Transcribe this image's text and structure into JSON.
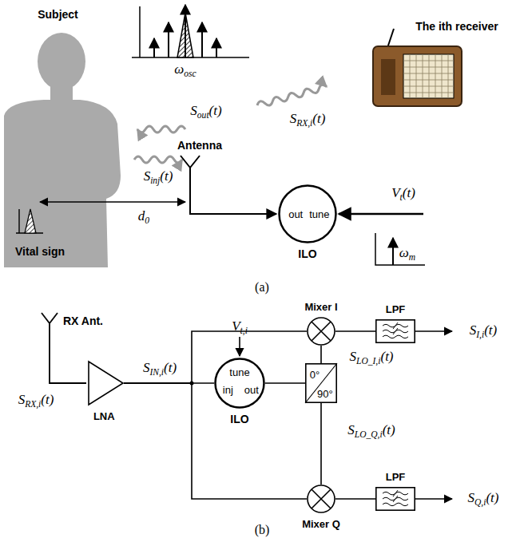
{
  "diagram": {
    "nodes": [
      {
        "text": [
          "Subject",
          "Vital sign"
        ]
      },
      {
        "text": [
          "out",
          "tune",
          "ILO"
        ]
      },
      {
        "text": [
          "The ith receiver"
        ]
      },
      {
        "text": [
          "LNA"
        ]
      },
      {
        "text": [
          "tune",
          "inj",
          "out",
          "ILO"
        ]
      },
      {
        "text": [
          "0°",
          "90°"
        ]
      },
      {
        "text": [
          "Mixer I"
        ]
      },
      {
        "text": [
          "Mixer Q"
        ]
      },
      {
        "text": [
          "LPF"
        ]
      },
      {
        "text": [
          "LPF"
        ]
      }
    ],
    "edges": [
      {
        "from": 3,
        "to": 4,
        "arrow": "none"
      },
      {
        "from": 3,
        "to": 6,
        "arrow": "none"
      },
      {
        "from": 3,
        "to": 7,
        "arrow": "none"
      },
      {
        "from": 4,
        "to": 5,
        "arrow": "none"
      },
      {
        "from": 5,
        "to": 6,
        "arrow": "none"
      },
      {
        "from": 5,
        "to": 7,
        "arrow": "none"
      },
      {
        "from": 6,
        "to": 8,
        "arrow": "none"
      },
      {
        "from": 7,
        "to": 9,
        "arrow": "none"
      }
    ],
    "labels": [
      "Antenna",
      "d0",
      "ωosc",
      "Sout(t)",
      "Sinj(t)",
      "SRX,i(t)",
      "Vt(t)",
      "ωm",
      "(a)",
      "RX Ant.",
      "SRX,i(t)",
      "SIN,i(t)",
      "Vt,i",
      "SLO_I,i(t)",
      "SLO_Q,i(t)",
      "SI,i(t)",
      "SQ,i(t)",
      "(b)"
    ]
  }
}
